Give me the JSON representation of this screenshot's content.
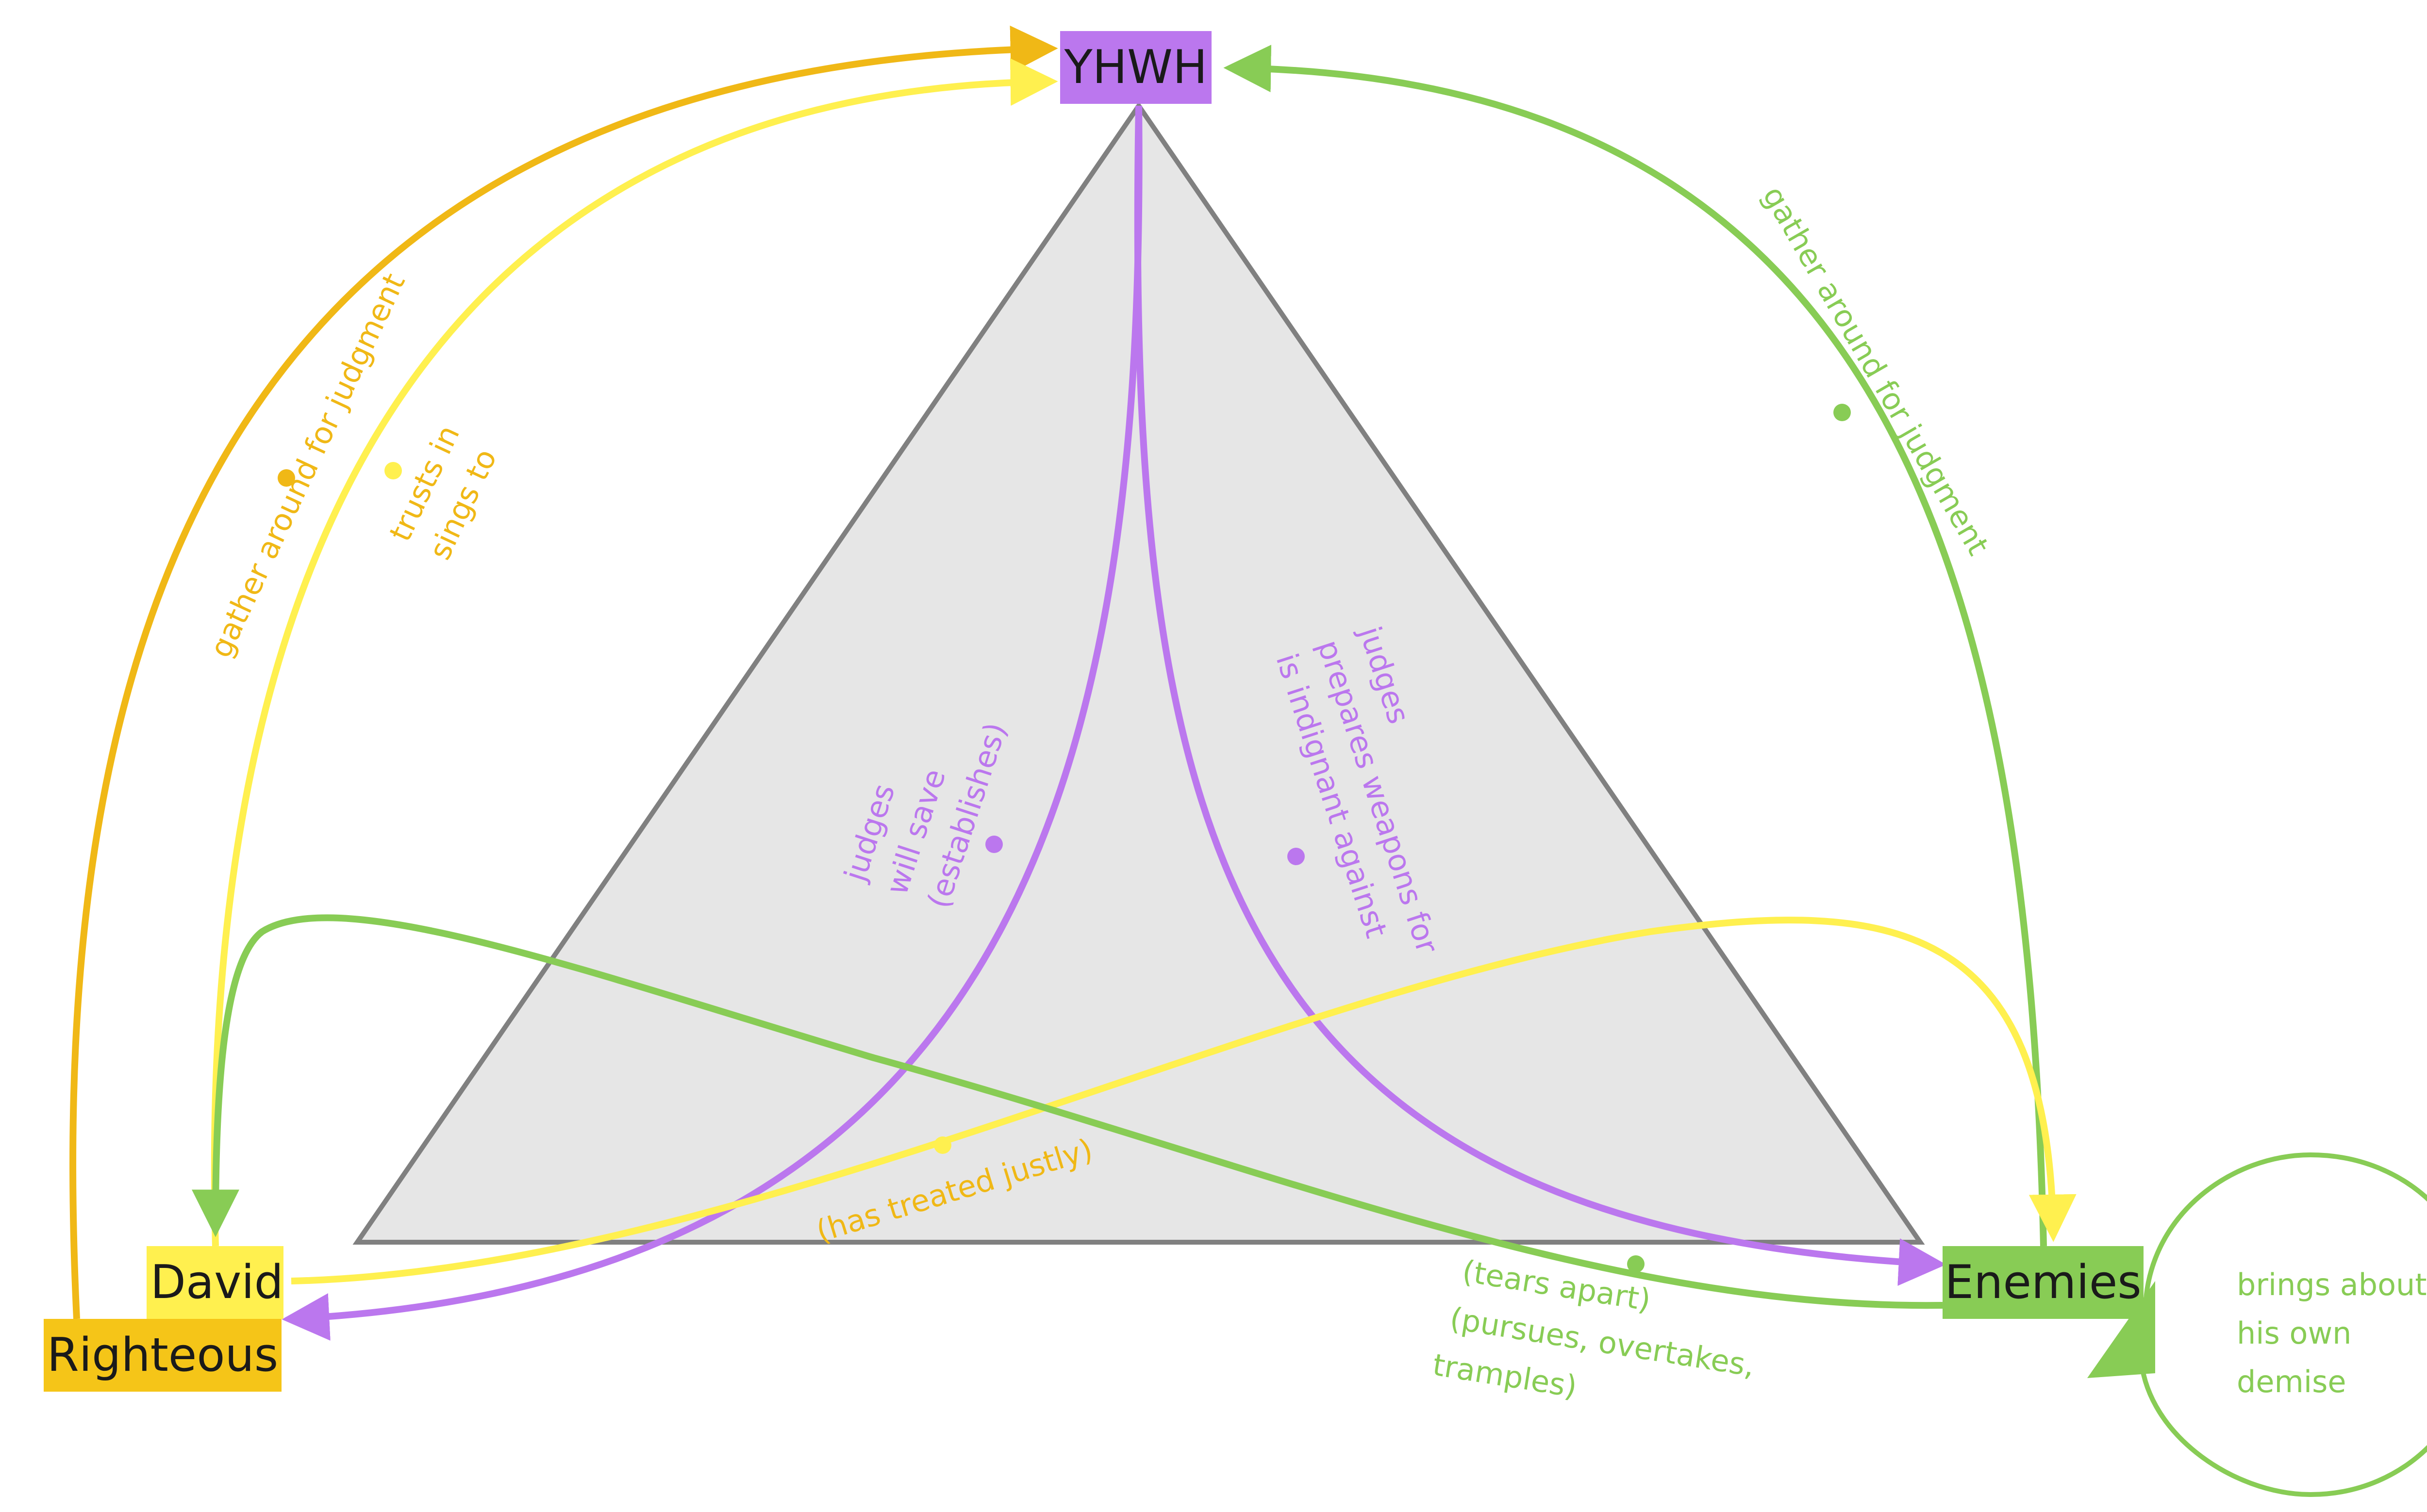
{
  "nodes": {
    "yhwh": {
      "label": "YHWH",
      "color": "#bb77ee"
    },
    "enemies": {
      "label": "Enemies",
      "color": "#88cc55"
    },
    "david": {
      "label": "David",
      "color": "#fff04f"
    },
    "righteous": {
      "label": "Righteous",
      "color": "#f5c518"
    }
  },
  "relations": {
    "righteous_to_yhwh": {
      "lines": [
        "gather around for judgment"
      ],
      "color": "#f0b816"
    },
    "david_to_yhwh": {
      "lines": [
        "trusts in",
        "sings to"
      ],
      "color": "#f0b816"
    },
    "enemies_to_yhwh": {
      "lines": [
        "gather around for judgment"
      ],
      "color": "#88cc55"
    },
    "yhwh_to_david": {
      "lines": [
        "judges",
        "will save",
        "(establishes)"
      ],
      "color": "#bb77ee"
    },
    "yhwh_to_enemies": {
      "lines": [
        "judges",
        "prepares weapons for",
        "is indignant against"
      ],
      "color": "#bb77ee"
    },
    "david_to_enemies": {
      "lines": [
        "(has treated justly)"
      ],
      "color": "#f0b816"
    },
    "enemies_to_david": {
      "lines": [
        "(tears apart)",
        "(pursues, overtakes,",
        "tramples)"
      ],
      "color": "#88cc55"
    },
    "enemies_self": {
      "lines": [
        "brings about",
        "his own",
        "demise"
      ],
      "color": "#88cc55"
    }
  },
  "colors": {
    "triangle_fill": "#e6e6e6",
    "triangle_stroke": "#808080",
    "purple": "#bb77ee",
    "green": "#88cc55",
    "yellow": "#fff04f",
    "gold": "#f0b816"
  }
}
